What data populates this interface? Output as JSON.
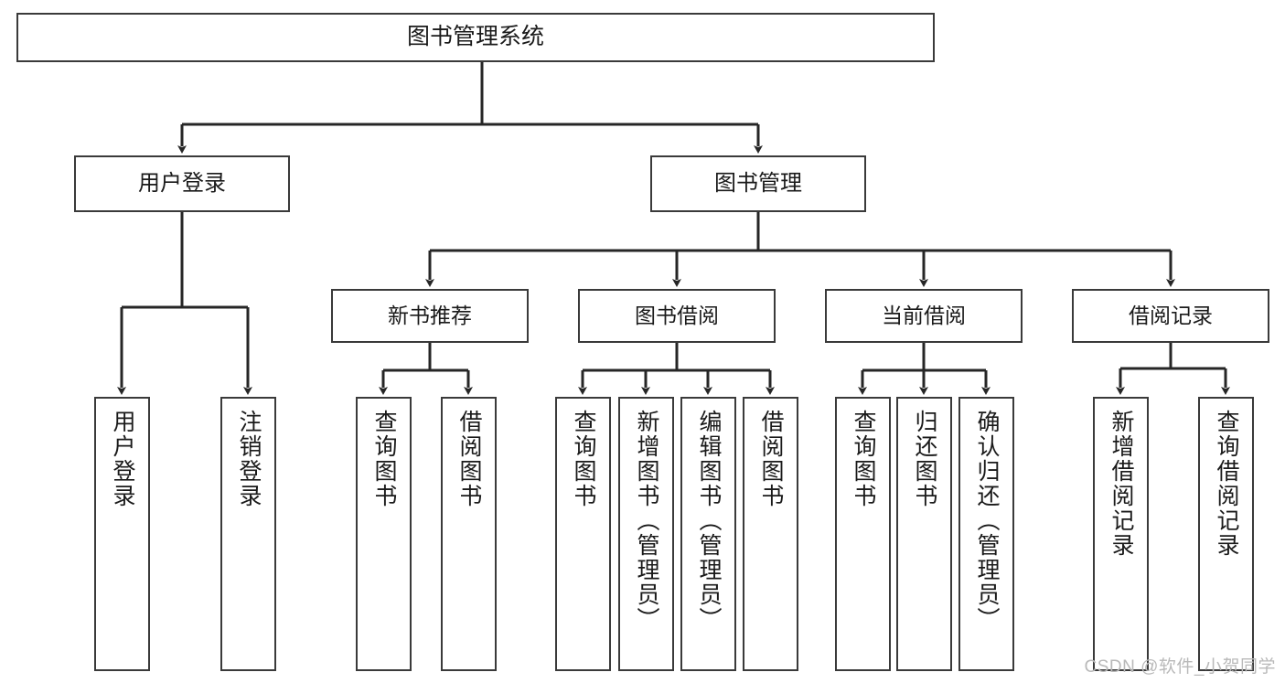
{
  "diagram": {
    "title": "图书管理系统",
    "type": "tree",
    "watermark": "CSDN @软件_小贺同学",
    "colors": {
      "box_border": "#3a3a3a",
      "box_fill": "#ffffff",
      "connector": "#262626",
      "text": "#1a1a1a",
      "watermark": "#b9b9b9"
    },
    "root": {
      "label": "图书管理系统"
    },
    "level2": [
      {
        "label": "用户登录"
      },
      {
        "label": "图书管理"
      }
    ],
    "level3": [
      {
        "label": "新书推荐"
      },
      {
        "label": "图书借阅"
      },
      {
        "label": "当前借阅"
      },
      {
        "label": "借阅记录"
      }
    ],
    "leaves": {
      "user_login": [
        {
          "label": "用户登录"
        },
        {
          "label": "注销登录"
        }
      ],
      "new_book_recommend": [
        {
          "label": "查询图书"
        },
        {
          "label": "借阅图书"
        }
      ],
      "book_borrow": [
        {
          "label": "查询图书"
        },
        {
          "label": "新增图书（管理员）"
        },
        {
          "label": "编辑图书（管理员）"
        },
        {
          "label": "借阅图书"
        }
      ],
      "current_borrow": [
        {
          "label": "查询图书"
        },
        {
          "label": "归还图书"
        },
        {
          "label": "确认归还（管理员）"
        }
      ],
      "borrow_record": [
        {
          "label": "新增借阅记录"
        },
        {
          "label": "查询借阅记录"
        }
      ]
    }
  }
}
